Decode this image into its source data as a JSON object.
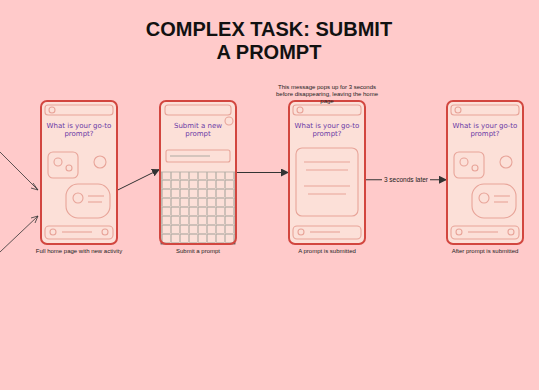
{
  "diagram": {
    "title": "COMPLEX TASK: SUBMIT A PROMPT",
    "nodes": [
      {
        "text": [
          "What is your go-to prompt?",
          "Full home page with new activity"
        ]
      },
      {
        "text": [
          "Submit a new prompt",
          "Submit a prompt"
        ]
      },
      {
        "text": [
          "What is your go-to prompt?",
          "A prompt is submitted"
        ]
      },
      {
        "text": [
          "What is your go-to prompt?",
          "After prompt is submitted"
        ]
      }
    ],
    "edges": [
      {
        "from": 0,
        "to": 1,
        "arrow": "to"
      },
      {
        "from": 1,
        "to": 2,
        "arrow": "to"
      },
      {
        "from": 2,
        "to": 3,
        "label": "3 seconds later",
        "arrow": "to"
      }
    ],
    "labels": [
      "This message pops up for 3 seconds before disappearing, leaving the home page"
    ]
  }
}
